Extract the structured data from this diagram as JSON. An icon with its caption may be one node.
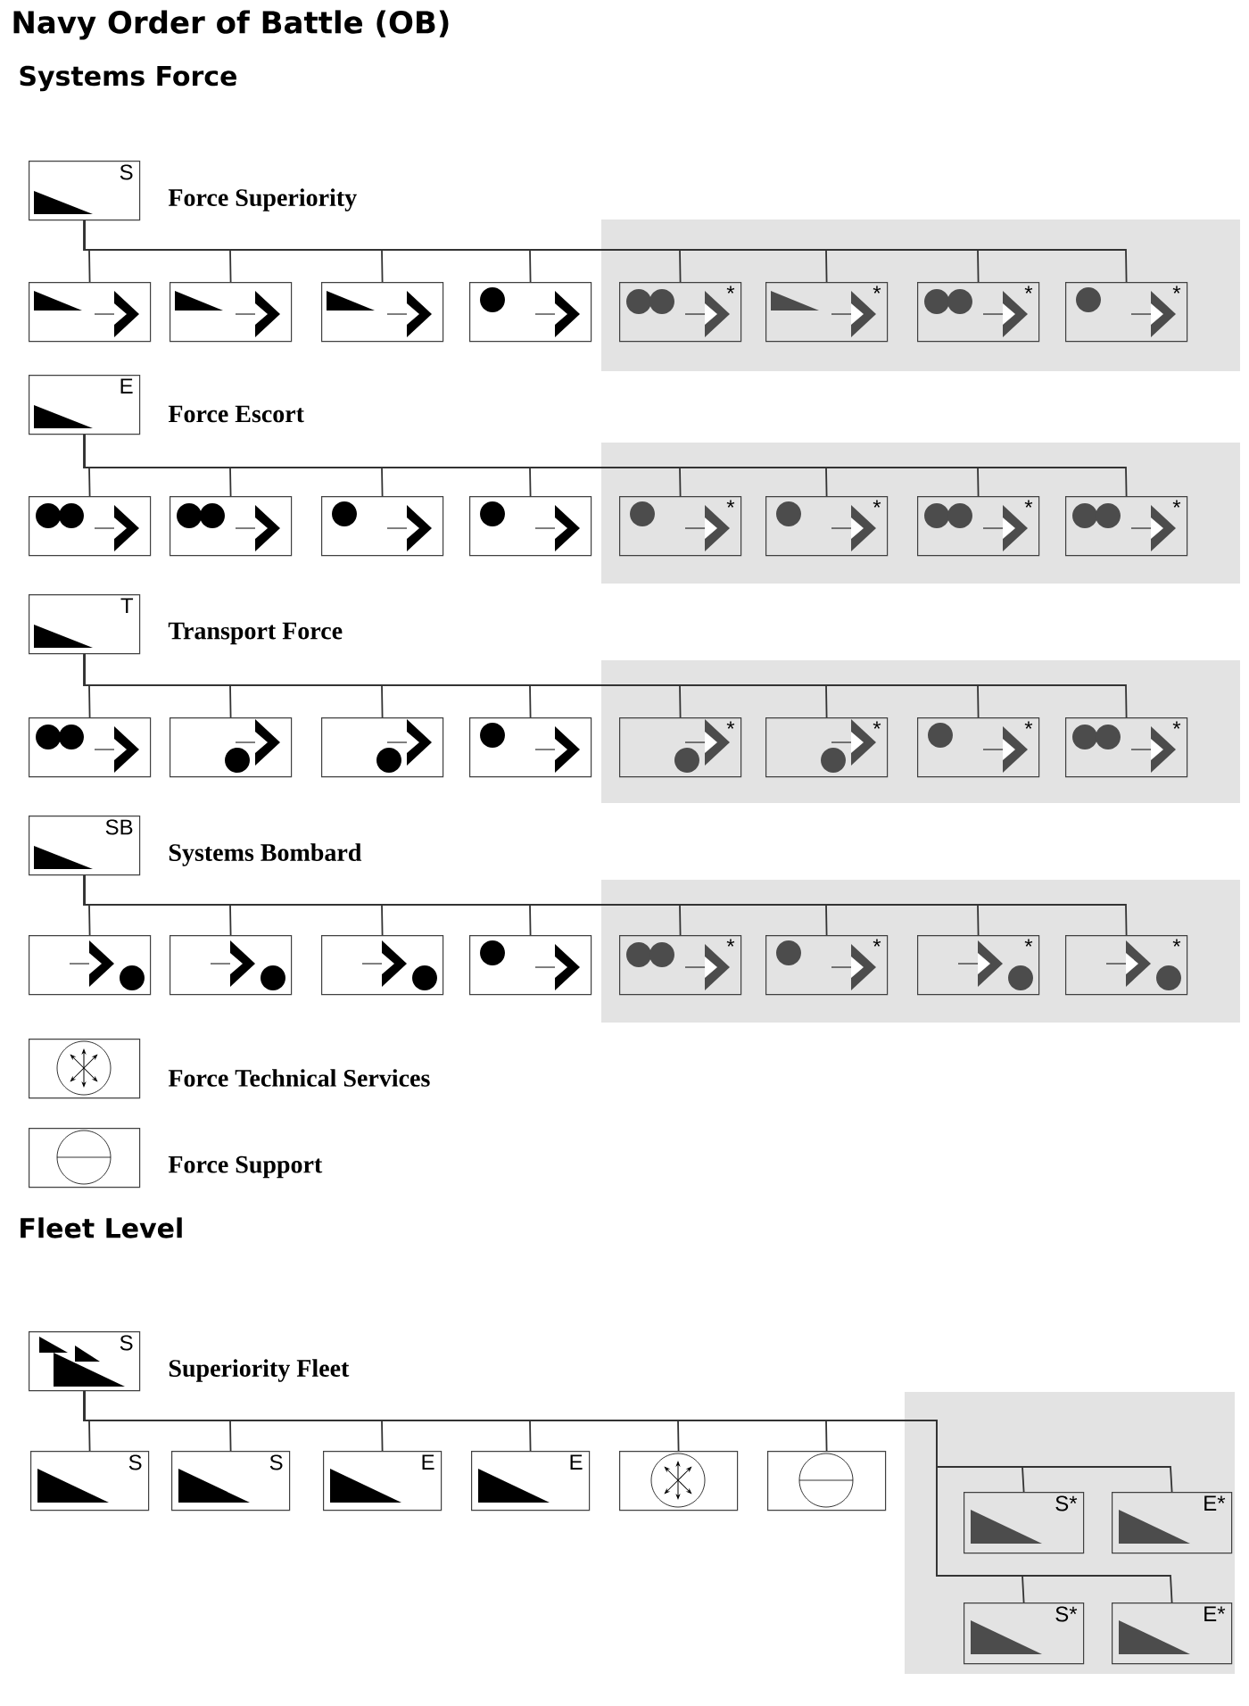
{
  "diagram": {
    "title": "Navy Order of Battle (OB)",
    "nodes": [
      {
        "text": [
          "S",
          "Force Superiority"
        ]
      },
      {
        "text": [],
        "shape": "box"
      },
      {
        "text": [],
        "shape": "box"
      },
      {
        "text": [],
        "shape": "box"
      },
      {
        "text": [],
        "shape": "box"
      },
      {
        "text": [
          "*"
        ]
      },
      {
        "text": [
          "*"
        ]
      },
      {
        "text": [
          "*"
        ]
      },
      {
        "text": [
          "*"
        ]
      },
      {
        "text": [
          "E",
          "Force Escort"
        ]
      },
      {
        "text": [],
        "shape": "box"
      },
      {
        "text": [],
        "shape": "box"
      },
      {
        "text": [],
        "shape": "box"
      },
      {
        "text": [],
        "shape": "box"
      },
      {
        "text": [
          "*"
        ]
      },
      {
        "text": [
          "*"
        ]
      },
      {
        "text": [
          "*"
        ]
      },
      {
        "text": [
          "*"
        ]
      },
      {
        "text": [
          "T",
          "Transport Force"
        ]
      },
      {
        "text": [],
        "shape": "box"
      },
      {
        "text": [],
        "shape": "box"
      },
      {
        "text": [],
        "shape": "box"
      },
      {
        "text": [],
        "shape": "box"
      },
      {
        "text": [
          "*"
        ]
      },
      {
        "text": [
          "*"
        ]
      },
      {
        "text": [
          "*"
        ]
      },
      {
        "text": [
          "*"
        ]
      },
      {
        "text": [
          "SB",
          "Systems Bombard"
        ]
      },
      {
        "text": [],
        "shape": "box"
      },
      {
        "text": [],
        "shape": "box"
      },
      {
        "text": [],
        "shape": "box"
      },
      {
        "text": [],
        "shape": "box"
      },
      {
        "text": [
          "*"
        ]
      },
      {
        "text": [
          "*"
        ]
      },
      {
        "text": [
          "*"
        ]
      },
      {
        "text": [
          "*"
        ]
      },
      {
        "text": [
          "Force Technical Services"
        ]
      },
      {
        "text": [
          "Force Support"
        ]
      },
      {
        "text": [
          "S",
          "Superiority Fleet"
        ]
      },
      {
        "text": [
          "S"
        ]
      },
      {
        "text": [
          "S"
        ]
      },
      {
        "text": [
          "E"
        ]
      },
      {
        "text": [
          "E"
        ]
      },
      {
        "text": [],
        "shape": "box"
      },
      {
        "text": [],
        "shape": "box"
      },
      {
        "text": [
          "S*"
        ]
      },
      {
        "text": [
          "E*"
        ]
      },
      {
        "text": [
          "S*"
        ]
      },
      {
        "text": [
          "E*"
        ]
      }
    ],
    "edges": [
      {
        "from": 0,
        "to": 1,
        "arrow": "none"
      },
      {
        "from": 0,
        "to": 2,
        "arrow": "none"
      },
      {
        "from": 0,
        "to": 3,
        "arrow": "none"
      },
      {
        "from": 0,
        "to": 4,
        "arrow": "none"
      },
      {
        "from": 0,
        "to": 5,
        "arrow": "none"
      },
      {
        "from": 0,
        "to": 6,
        "arrow": "none"
      },
      {
        "from": 0,
        "to": 7,
        "arrow": "none"
      },
      {
        "from": 0,
        "to": 8,
        "arrow": "none"
      },
      {
        "from": 9,
        "to": 10,
        "arrow": "none"
      },
      {
        "from": 9,
        "to": 11,
        "arrow": "none"
      },
      {
        "from": 9,
        "to": 12,
        "arrow": "none"
      },
      {
        "from": 9,
        "to": 13,
        "arrow": "none"
      },
      {
        "from": 9,
        "to": 14,
        "arrow": "none"
      },
      {
        "from": 9,
        "to": 15,
        "arrow": "none"
      },
      {
        "from": 9,
        "to": 16,
        "arrow": "none"
      },
      {
        "from": 9,
        "to": 17,
        "arrow": "none"
      },
      {
        "from": 18,
        "to": 19,
        "arrow": "none"
      },
      {
        "from": 18,
        "to": 20,
        "arrow": "none"
      },
      {
        "from": 18,
        "to": 21,
        "arrow": "none"
      },
      {
        "from": 18,
        "to": 22,
        "arrow": "none"
      },
      {
        "from": 18,
        "to": 23,
        "arrow": "none"
      },
      {
        "from": 18,
        "to": 24,
        "arrow": "none"
      },
      {
        "from": 18,
        "to": 25,
        "arrow": "none"
      },
      {
        "from": 18,
        "to": 26,
        "arrow": "none"
      },
      {
        "from": 27,
        "to": 28,
        "arrow": "none"
      },
      {
        "from": 27,
        "to": 29,
        "arrow": "none"
      },
      {
        "from": 27,
        "to": 30,
        "arrow": "none"
      },
      {
        "from": 27,
        "to": 31,
        "arrow": "none"
      },
      {
        "from": 27,
        "to": 32,
        "arrow": "none"
      },
      {
        "from": 27,
        "to": 33,
        "arrow": "none"
      },
      {
        "from": 27,
        "to": 34,
        "arrow": "none"
      },
      {
        "from": 27,
        "to": 35,
        "arrow": "none"
      },
      {
        "from": 38,
        "to": 39,
        "arrow": "none"
      },
      {
        "from": 38,
        "to": 40,
        "arrow": "none"
      },
      {
        "from": 38,
        "to": 41,
        "arrow": "none"
      },
      {
        "from": 38,
        "to": 42,
        "arrow": "none"
      },
      {
        "from": 38,
        "to": 43,
        "arrow": "none"
      },
      {
        "from": 38,
        "to": 44,
        "arrow": "none"
      },
      {
        "from": 38,
        "to": 45,
        "arrow": "none"
      },
      {
        "from": 38,
        "to": 46,
        "arrow": "none"
      },
      {
        "from": 38,
        "to": 47,
        "arrow": "none"
      },
      {
        "from": 38,
        "to": 48,
        "arrow": "none"
      }
    ],
    "labels": [
      "Systems Force",
      "Fleet Level"
    ]
  }
}
